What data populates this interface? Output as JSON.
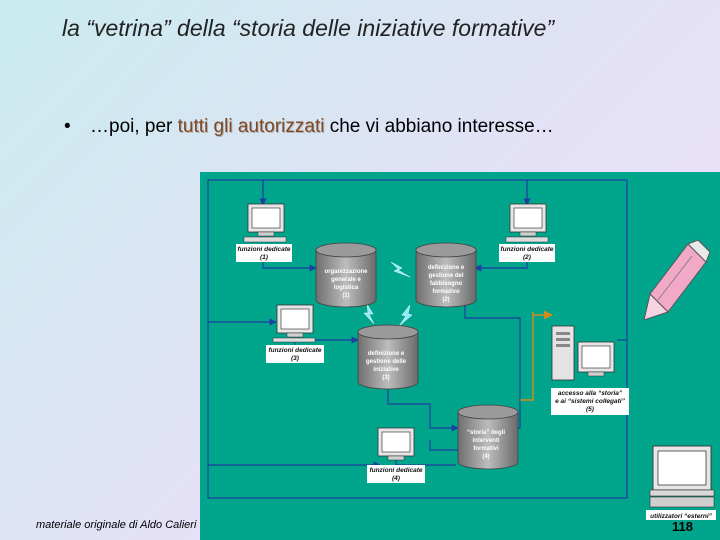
{
  "title": "la “vetrina” della “storia delle iniziative formative”",
  "bullet": {
    "symbol": "•",
    "prefix": "…poi, per ",
    "highlight": "tutti gli autorizzati",
    "suffix": " che vi abbiano interesse…"
  },
  "diagram": {
    "background": "#00a58c",
    "workstations": [
      {
        "label_line1": "funzioni dedicate",
        "label_line2": "(1)"
      },
      {
        "label_line1": "funzioni dedicate",
        "label_line2": "(2)"
      },
      {
        "label_line1": "funzioni dedicate",
        "label_line2": "(3)"
      },
      {
        "label_line1": "funzioni dedicate",
        "label_line2": "(4)"
      },
      {
        "label_line1": "accesso alla “storia”",
        "label_line2": "e ai “sistemi collegati”",
        "label_line3": "(5)"
      }
    ],
    "databases": [
      {
        "line1": "organizzazione",
        "line2": "generale e",
        "line3": "logistica",
        "line4": "(1)"
      },
      {
        "line1": "definizione e",
        "line2": "gestione del",
        "line3": "fabbisogno",
        "line4": "formativo",
        "line5": "(2)"
      },
      {
        "line1": "definizione e",
        "line2": "gestione delle",
        "line3": "iniziative",
        "line4": "(3)"
      },
      {
        "line1": "“storia” degli",
        "line2": "interventi",
        "line3": "formativi",
        "line4": "(4)"
      }
    ]
  },
  "external_user": {
    "label": "utilizzatori “esterni”"
  },
  "footer": "materiale originale di Aldo Calieri",
  "page_number": "118"
}
